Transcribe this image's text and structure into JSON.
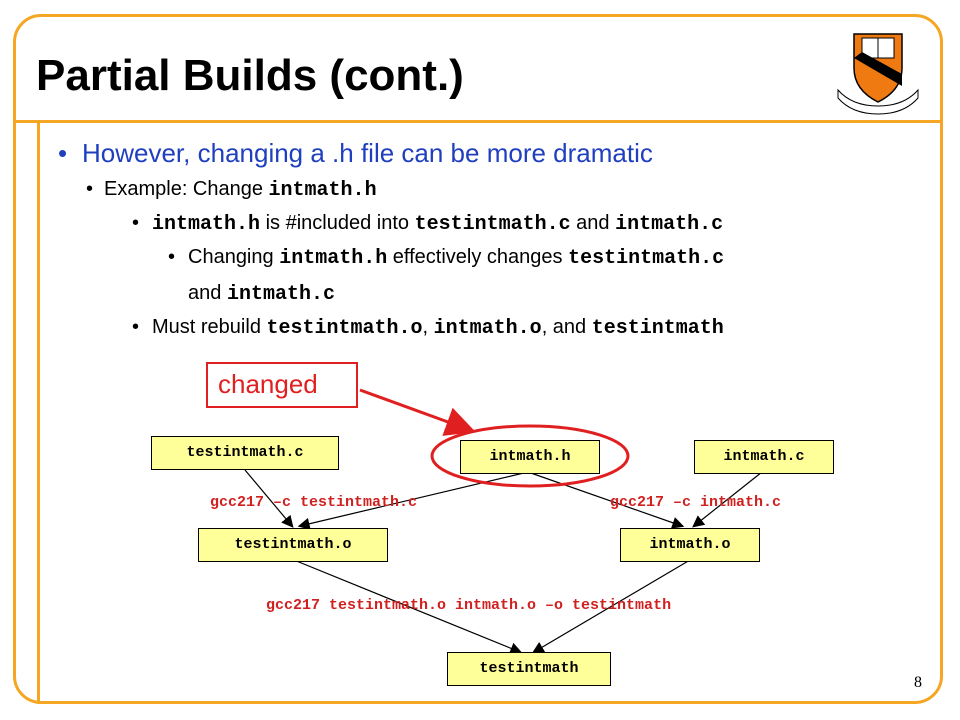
{
  "slide": {
    "title": "Partial Builds (cont.)",
    "page_number": "8"
  },
  "bullets": {
    "level1": "However, changing a .h file can be more dramatic",
    "level2_text": "Example: Change ",
    "level2_code": "intmath.h",
    "level3a_code1": "intmath.h",
    "level3a_text1": " is #included into ",
    "level3a_code2": "testintmath.c",
    "level3a_text2": " and ",
    "level3a_code3": "intmath.c",
    "level4_text1": "Changing ",
    "level4_code1": "intmath.h",
    "level4_text2": " effectively changes ",
    "level4_code2": "testintmath.c",
    "level4_text3": "and ",
    "level4_code3": "intmath.c",
    "level3b_text1": "Must rebuild ",
    "level3b_code1": "testintmath.o",
    "level3b_text2": ", ",
    "level3b_code2": "intmath.o",
    "level3b_text3": ", and ",
    "level3b_code3": "testintmath"
  },
  "diagram": {
    "changed_label": "changed",
    "nodes": {
      "testintmath_c": "testintmath.c",
      "intmath_h": "intmath.h",
      "intmath_c": "intmath.c",
      "testintmath_o": "testintmath.o",
      "intmath_o": "intmath.o",
      "testintmath": "testintmath"
    },
    "commands": {
      "compile_test": "gcc217 –c testintmath.c",
      "compile_intmath": "gcc217 –c intmath.c",
      "link": "gcc217 testintmath.o intmath.o –o testintmath"
    }
  },
  "colors": {
    "accent": "#f5a623",
    "bullet_blue": "#1f3fbf",
    "highlight_red": "#e02020",
    "node_fill": "#ffff99"
  }
}
